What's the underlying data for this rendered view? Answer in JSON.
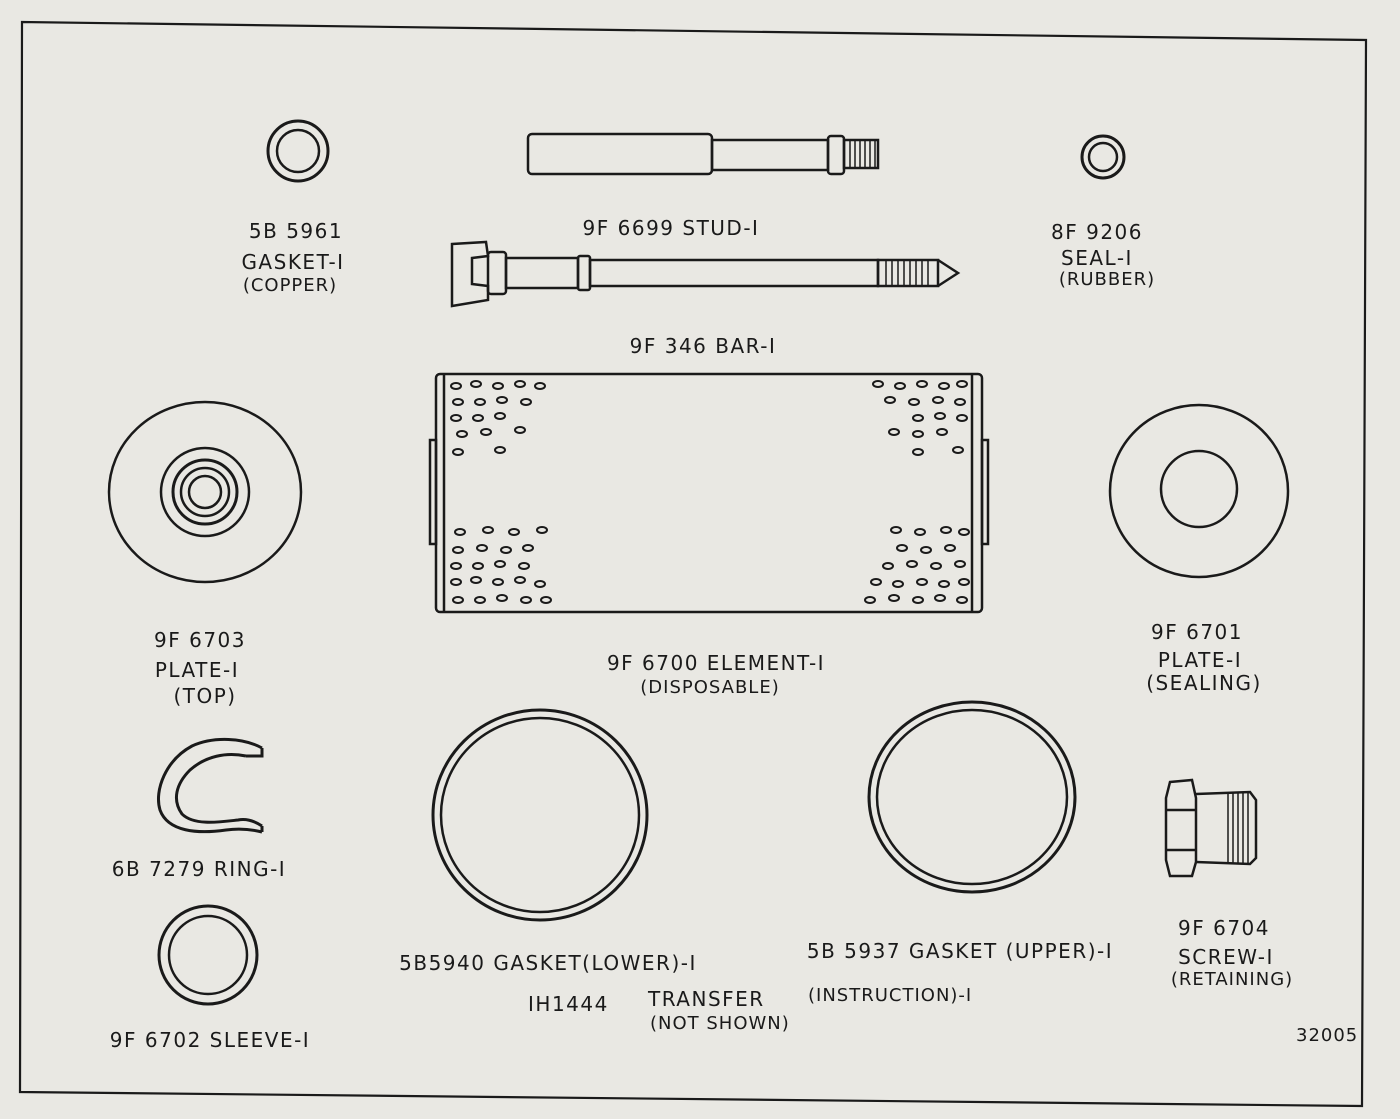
{
  "parts": {
    "gasket_copper": {
      "number": "5B 5961",
      "name": "GASKET-I",
      "note": "(COPPER)"
    },
    "stud": {
      "label": "9F 6699  STUD-I"
    },
    "seal_rubber": {
      "number": "8F 9206",
      "name": "SEAL-I",
      "note": "(RUBBER)"
    },
    "bar": {
      "label": "9F 346   BAR-I"
    },
    "plate_top": {
      "number": "9F 6703",
      "name": "PLATE-I",
      "note": "(TOP)"
    },
    "element": {
      "name": "9F 6700  ELEMENT-I",
      "note": "(DISPOSABLE)"
    },
    "plate_sealing": {
      "number": "9F 6701",
      "name": "PLATE-I",
      "note": "(SEALING)"
    },
    "ring": {
      "label": "6B 7279  RING-I"
    },
    "gasket_lower": {
      "label": "5B5940 GASKET(LOWER)-I"
    },
    "gasket_upper": {
      "label": "5B 5937 GASKET (UPPER)-I"
    },
    "screw_retaining": {
      "number": "9F 6704",
      "name": "SCREW-I",
      "note": "(RETAINING)"
    },
    "transfer": {
      "number": "IH1444",
      "name": "TRANSFER",
      "note": "(NOT SHOWN)",
      "instruction": "(INSTRUCTION)-I"
    },
    "sleeve": {
      "label": "9F 6702  SLEEVE-I"
    }
  },
  "figure_number": "32005",
  "colors": {
    "paper": "#e9e8e3",
    "ink": "#1a1a1a"
  }
}
